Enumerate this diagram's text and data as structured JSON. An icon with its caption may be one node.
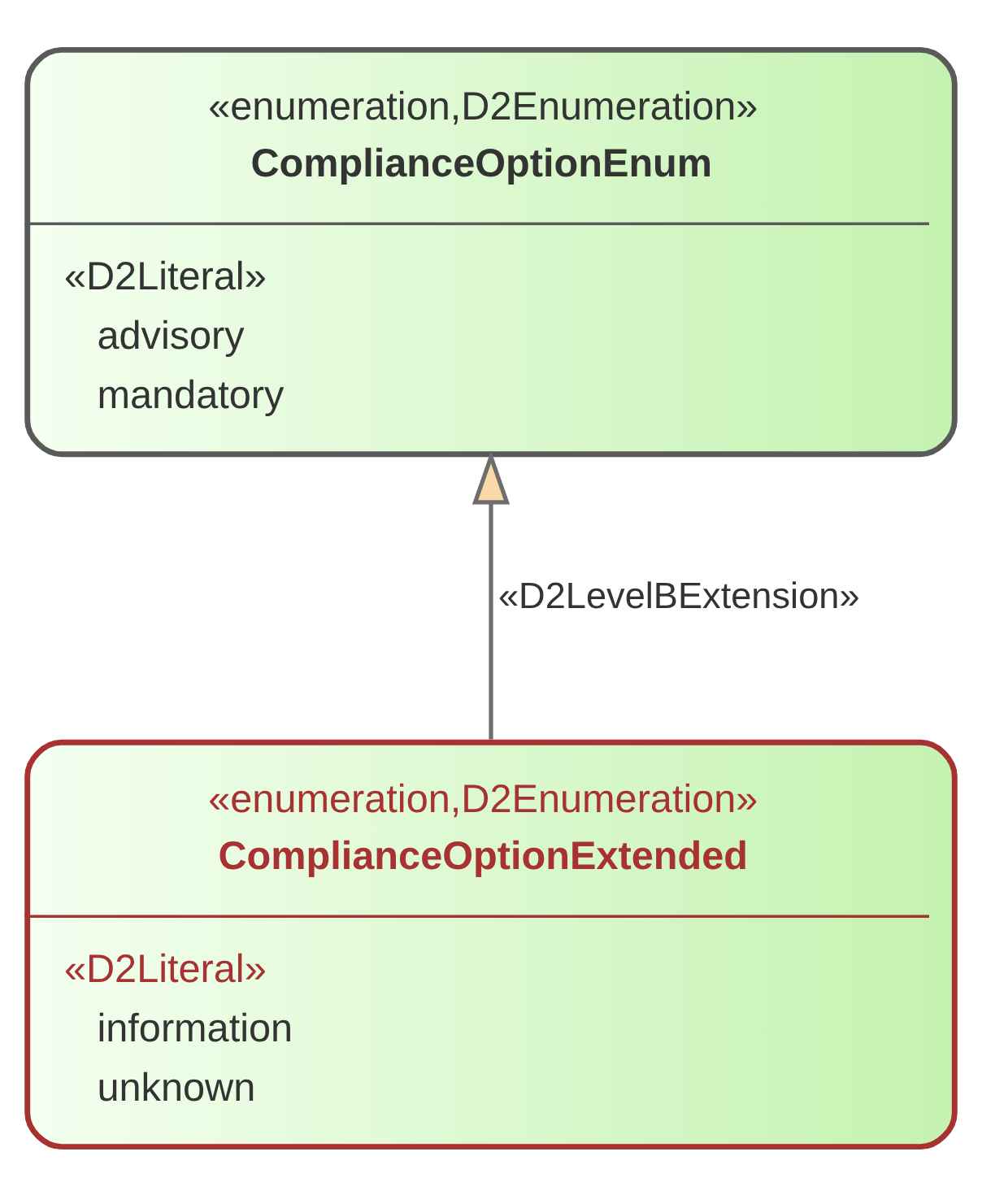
{
  "diagram": {
    "nodes": [
      {
        "text": [
          "«enumeration,D2Enumeration»",
          "ComplianceOptionEnum",
          "«D2Literal»",
          "advisory",
          "mandatory"
        ]
      },
      {
        "text": [
          "«enumeration,D2Enumeration»",
          "ComplianceOptionExtended",
          "«D2Literal»",
          "information",
          "unknown"
        ]
      }
    ],
    "edges": [
      {
        "from": 1,
        "to": 0,
        "arrow": "to",
        "label": "«D2LevelBExtension»"
      }
    ]
  }
}
